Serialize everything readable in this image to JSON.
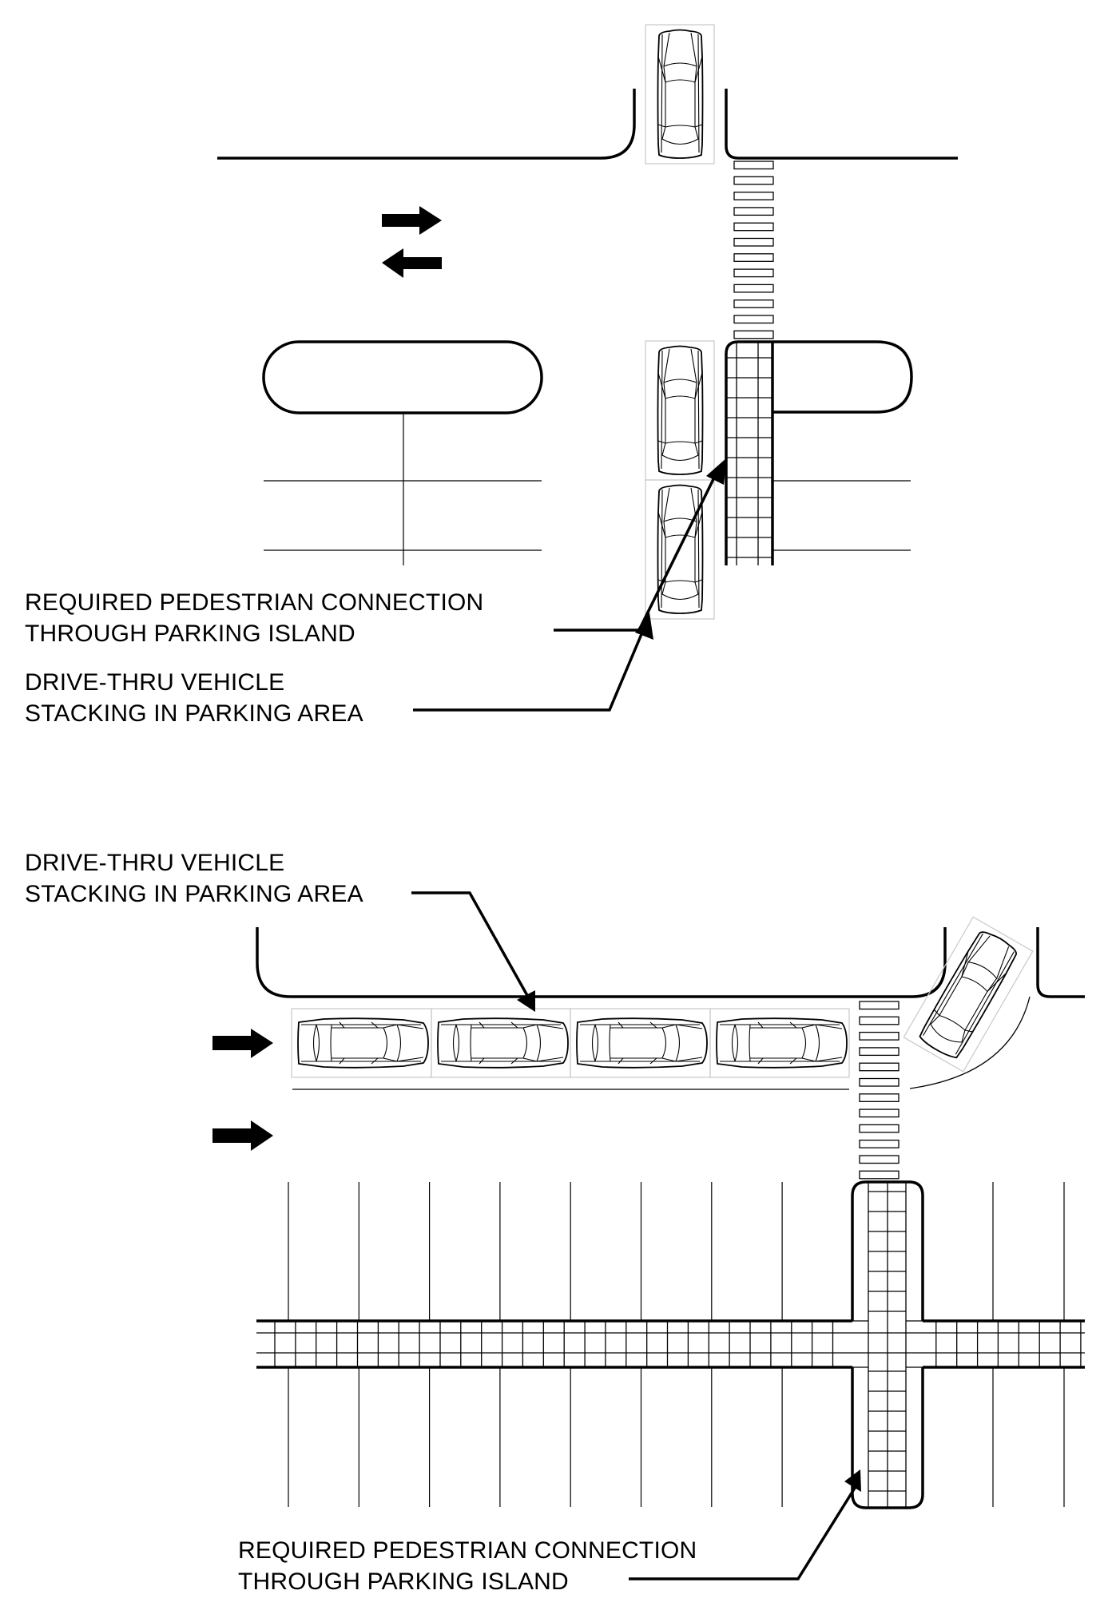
{
  "figure": {
    "title": "Drive-thru vehicle stacking and pedestrian connection site plan",
    "colors": {
      "line": "#000000",
      "vehicle_box": "#c8c8c8",
      "background": "#ffffff"
    }
  },
  "top_panel": {
    "labels": [
      {
        "id": "ped-connection",
        "lines": [
          "REQUIRED PEDESTRIAN CONNECTION",
          "THROUGH PARKING ISLAND"
        ]
      },
      {
        "id": "vehicle-stacking",
        "lines": [
          "DRIVE-THRU VEHICLE",
          "STACKING IN PARKING AREA"
        ]
      }
    ],
    "traffic_arrows": [
      "arrow-right-icon",
      "arrow-left-icon"
    ],
    "vehicles_in_queue": 3,
    "crosswalk_bars": 12
  },
  "bottom_panel": {
    "labels": [
      {
        "id": "vehicle-stacking",
        "lines": [
          "DRIVE-THRU VEHICLE",
          "STACKING IN PARKING AREA"
        ]
      },
      {
        "id": "ped-connection",
        "lines": [
          "REQUIRED PEDESTRIAN CONNECTION",
          "THROUGH PARKING ISLAND"
        ]
      }
    ],
    "traffic_arrows": [
      "arrow-right-icon",
      "arrow-right-icon"
    ],
    "vehicles_in_queue": 4,
    "turning_vehicles": 1,
    "crosswalk_bars": 12
  }
}
